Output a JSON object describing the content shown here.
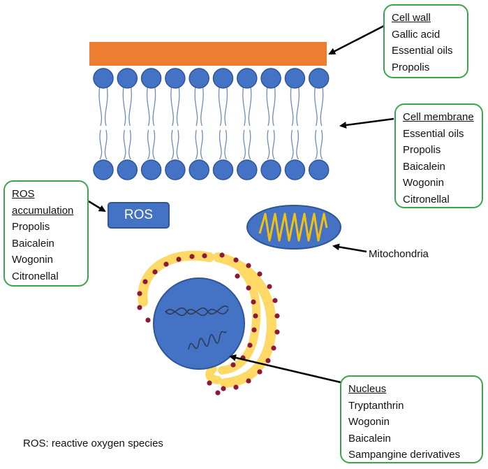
{
  "boxes": {
    "cell_wall": {
      "header": "Cell wall",
      "items": [
        "Gallic acid",
        "Essential oils",
        "Propolis"
      ]
    },
    "cell_membrane": {
      "header": "Cell membrane",
      "items": [
        "Essential oils",
        "Propolis",
        "Baicalein",
        "Wogonin",
        "Citronellal"
      ]
    },
    "ros_accumulation": {
      "header": "ROS accumulation",
      "items": [
        "Propolis",
        "Baicalein",
        "Wogonin",
        "Citronellal"
      ]
    },
    "nucleus": {
      "header": "Nucleus",
      "items": [
        "Tryptanthrin",
        "Wogonin",
        "Baicalein",
        "Sampangine derivatives"
      ]
    }
  },
  "ros_label": "ROS",
  "mitochondria_label": "Mitochondria",
  "footnote": "ROS: reactive oxygen species",
  "colors": {
    "cell_wall": "#ed7d31",
    "blue": "#4472c4",
    "blue_dark": "#2f5597",
    "green": "#3aa64c",
    "yellow": "#ffd966",
    "ribosome": "#8b1a3a"
  }
}
